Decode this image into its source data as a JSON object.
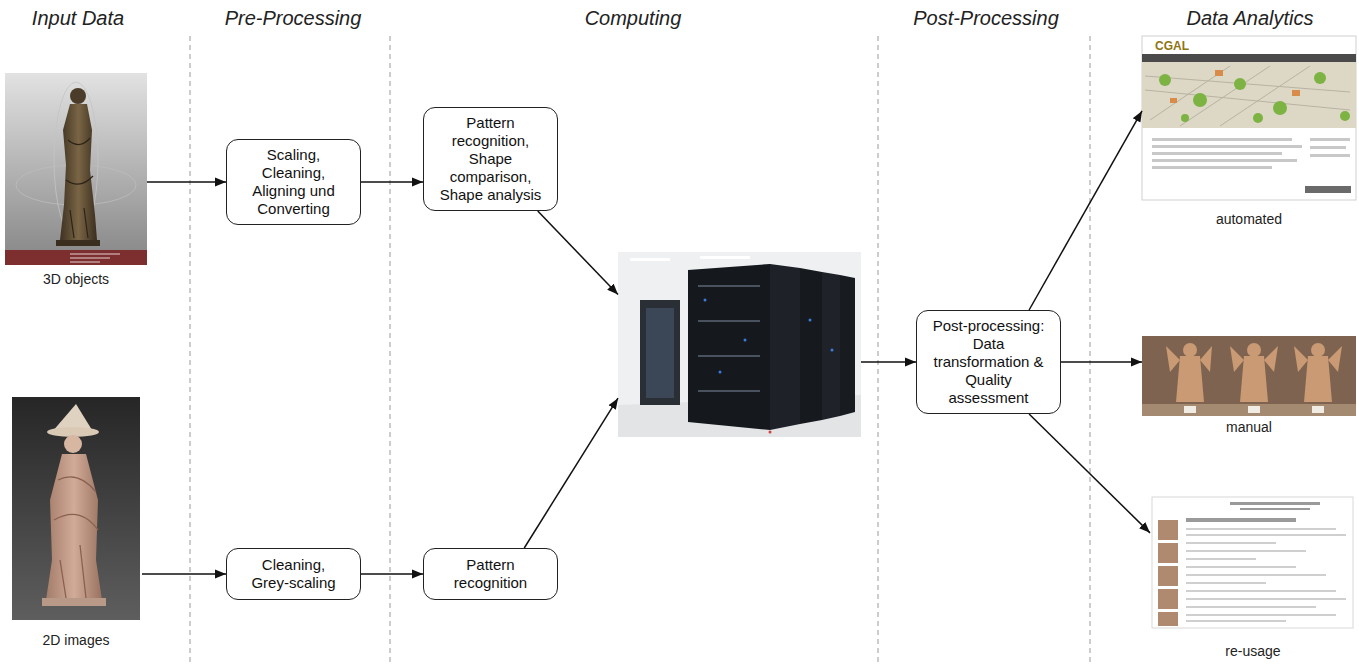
{
  "diagram": {
    "nodes": [
      {
        "text": [
          "3D objects"
        ]
      },
      {
        "text": [
          "2D images"
        ]
      },
      {
        "text": [
          "Scaling, Cleaning, Aligning und Converting"
        ]
      },
      {
        "text": [
          "Cleaning, Grey-scaling"
        ]
      },
      {
        "text": [
          "Pattern recognition, Shape comparison, Shape analysis"
        ]
      },
      {
        "text": [
          "Pattern recognition"
        ]
      },
      {
        "text": []
      },
      {
        "text": [
          "Post-processing: Data transformation & Quality assessment"
        ]
      },
      {
        "text": [
          "automated"
        ]
      },
      {
        "text": [
          "manual"
        ]
      },
      {
        "text": [
          "re-usage"
        ]
      }
    ],
    "edges": [
      {
        "from": 0,
        "to": 2,
        "arrow": "to"
      },
      {
        "from": 2,
        "to": 4,
        "arrow": "to"
      },
      {
        "from": 4,
        "to": 6,
        "arrow": "to"
      },
      {
        "from": 1,
        "to": 3,
        "arrow": "to"
      },
      {
        "from": 3,
        "to": 5,
        "arrow": "to"
      },
      {
        "from": 5,
        "to": 6,
        "arrow": "to"
      },
      {
        "from": 6,
        "to": 7,
        "arrow": "to"
      },
      {
        "from": 7,
        "to": 8,
        "arrow": "to"
      },
      {
        "from": 7,
        "to": 9,
        "arrow": "to"
      },
      {
        "from": 7,
        "to": 10,
        "arrow": "to"
      }
    ],
    "labels": [
      "Input Data",
      "Pre-Processing",
      "Computing",
      "Post-Processing",
      "Data Analytics",
      "CGAL"
    ]
  }
}
